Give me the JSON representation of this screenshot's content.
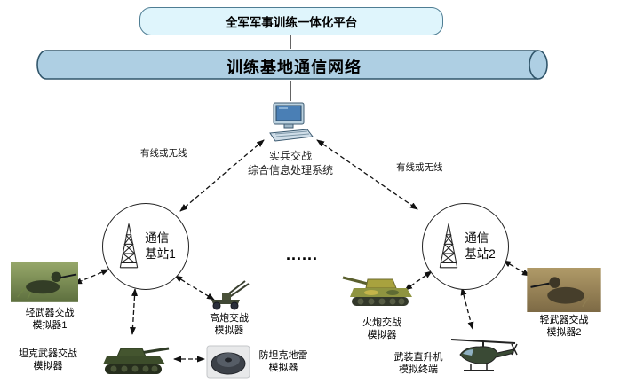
{
  "diagram": {
    "platform_label": "全军军事训练一体化平台",
    "pipe_label": "训练基地通信网络",
    "processor": {
      "line1": "实兵交战",
      "line2": "综合信息处理系统"
    },
    "left_link_label": "有线或无线",
    "right_link_label": "有线或无线",
    "ellipsis": "......",
    "station1": {
      "line1": "通信",
      "line2": "基站1"
    },
    "station2": {
      "line1": "通信",
      "line2": "基站2"
    },
    "nodes": {
      "light_weapon_sim_1": {
        "line1": "轻武器交战",
        "line2": "模拟器1"
      },
      "tank_weapon_sim": {
        "line1": "坦克武器交战",
        "line2": "模拟器"
      },
      "aa_gun_sim": {
        "line1": "高炮交战",
        "line2": "模拟器"
      },
      "anti_tank_mine_sim": {
        "line1": "防坦克地雷",
        "line2": "模拟器"
      },
      "artillery_sim": {
        "line1": "火炮交战",
        "line2": "模拟器"
      },
      "helicopter_terminal": {
        "line1": "武装直升机",
        "line2": "模拟终端"
      },
      "light_weapon_sim_2": {
        "line1": "轻武器交战",
        "line2": "模拟器2"
      }
    },
    "colors": {
      "platform_fill": "#dff5fc",
      "pipe_fill": "#aecfe3",
      "pipe_outline": "#31566b",
      "line": "#111111"
    }
  }
}
